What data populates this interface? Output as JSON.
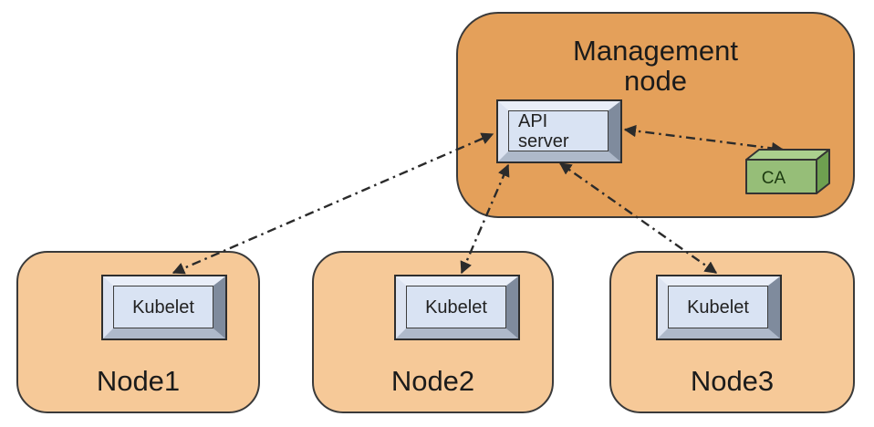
{
  "diagram": {
    "management": {
      "label": "Management node"
    },
    "api_server": {
      "label": "API server"
    },
    "ca": {
      "label": "CA"
    },
    "nodes": [
      {
        "label": "Node1",
        "component": "Kubelet"
      },
      {
        "label": "Node2",
        "component": "Kubelet"
      },
      {
        "label": "Node3",
        "component": "Kubelet"
      }
    ],
    "connections": [
      {
        "from": "API server",
        "to": "Kubelet (Node1)",
        "style": "dash-dot",
        "bidirectional": true
      },
      {
        "from": "API server",
        "to": "Kubelet (Node2)",
        "style": "dash-dot",
        "bidirectional": true
      },
      {
        "from": "API server",
        "to": "Kubelet (Node3)",
        "style": "dash-dot",
        "bidirectional": true
      },
      {
        "from": "API server",
        "to": "CA",
        "style": "dash-dot",
        "bidirectional": true
      }
    ],
    "colors": {
      "management_fill": "#e4a05a",
      "node_fill": "#f6c998",
      "component_face": "#d9e3f3",
      "bevel_dark": "#7f8b9d",
      "ca_front": "#96be78",
      "ca_top": "#abd08e",
      "ca_side": "#6ea050",
      "outline": "#3a3a3a",
      "line": "#2b2b2b"
    }
  }
}
